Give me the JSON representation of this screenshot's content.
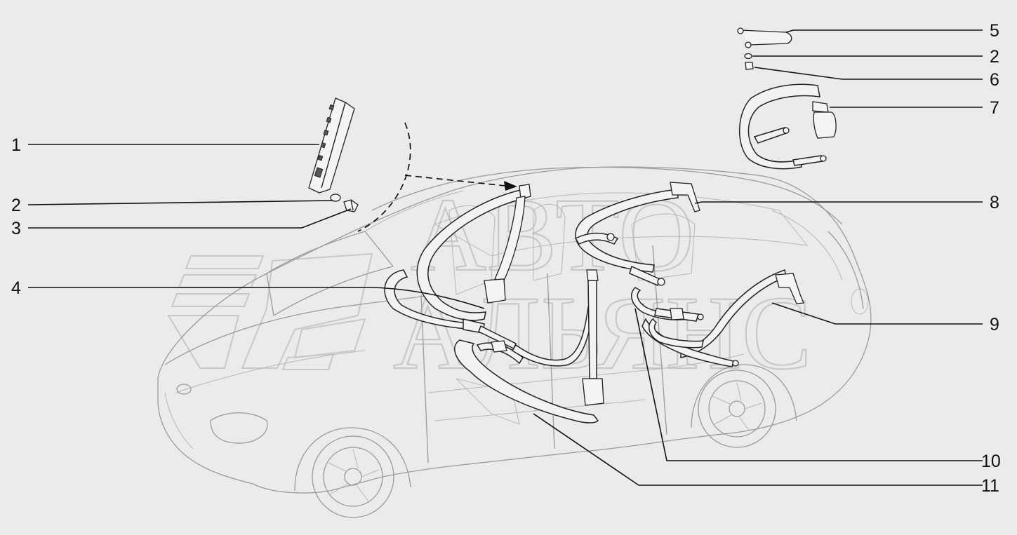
{
  "watermark": {
    "line1": "АВТО",
    "line2": "АЛЬЯНС"
  },
  "callouts": [
    {
      "id": "c1-left",
      "number": "1"
    },
    {
      "id": "c2-left",
      "number": "2"
    },
    {
      "id": "c3-left",
      "number": "3"
    },
    {
      "id": "c4-left",
      "number": "4"
    },
    {
      "id": "c5-right",
      "number": "5"
    },
    {
      "id": "c2-right",
      "number": "2"
    },
    {
      "id": "c6-right",
      "number": "6"
    },
    {
      "id": "c7-right",
      "number": "7"
    },
    {
      "id": "c8-right",
      "number": "8"
    },
    {
      "id": "c9-right",
      "number": "9"
    },
    {
      "id": "c10-right",
      "number": "10"
    },
    {
      "id": "c11-right",
      "number": "11"
    }
  ],
  "colors": {
    "background": "#ebebeb",
    "ink": "#111111",
    "car_outline": "#9a9a9a",
    "watermark": "#c8c8c8"
  }
}
